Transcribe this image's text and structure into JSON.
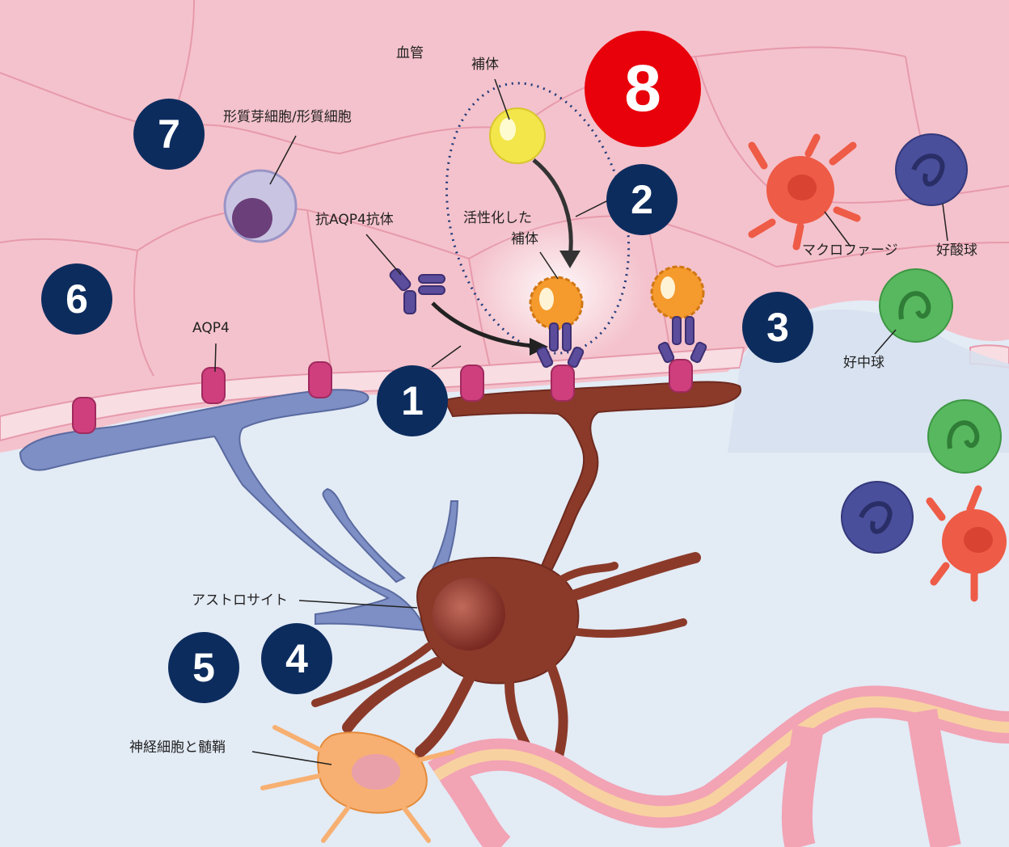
{
  "labels": {
    "blood_vessel": "血管",
    "complement": "補体",
    "plasmablast": "形質芽細胞/形質細胞",
    "anti_aqp4": "抗AQP4抗体",
    "activated_complement_line1": "活性化した",
    "activated_complement_line2": "補体",
    "macrophage": "マクロファージ",
    "eosinophil": "好酸球",
    "neutrophil": "好中球",
    "aqp4": "AQP4",
    "astrocyte": "アストロサイト",
    "neuron": "神経細胞と髄鞘"
  },
  "steps": [
    "1",
    "2",
    "3",
    "4",
    "5",
    "6",
    "7",
    "8"
  ],
  "colors": {
    "vessel": "#f4c2cc",
    "tissue": "#e3ebf5",
    "badge": "#0d2c5e",
    "highlight_badge": "#e8000b",
    "astro_healthy": "#7d8fc4",
    "astro_damaged": "#8b3a2a",
    "aqp4": "#cf3f7e",
    "complement": "#f2e64a",
    "activated_complement": "#f59a2c",
    "antibody": "#5c4d9c",
    "macrophage": "#ee5b46",
    "eosinophil": "#4a4f9c",
    "neutrophil": "#58b85f",
    "plasma_cell": "#b8b2d8",
    "neuron": "#f7b071"
  }
}
